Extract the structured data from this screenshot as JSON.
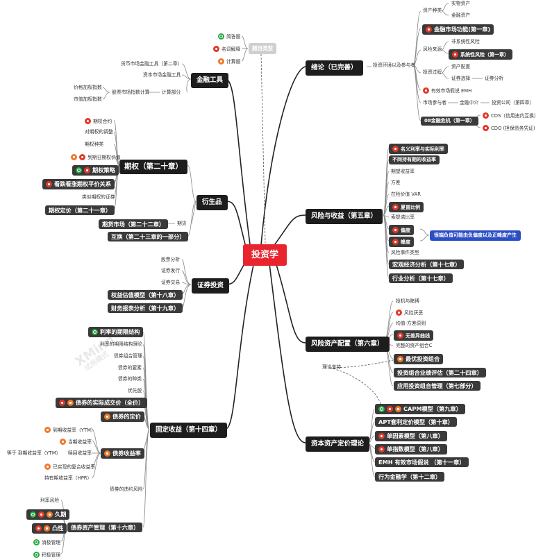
{
  "root": "投资学",
  "legend": {
    "title": "题目类型",
    "items": [
      "简答题",
      "名词解释",
      "计算题"
    ]
  },
  "watermark": [
    "XMind",
    "试用模式"
  ],
  "branches": {
    "intro": {
      "title": "绪论（已完善）",
      "env": "投资环境以及参与者",
      "asset_types": "资产种类",
      "real_asset": "实物资产",
      "fin_asset": "金融资产",
      "fin_func": "金融市场功能(第一章)",
      "risk_source": "风险来源",
      "nonsys_risk": "非系统性风险",
      "sys_risk": "系统性风险（第一章）",
      "inv_process": "投资过程",
      "asset_alloc": "资产配置",
      "security_sel": "证券选择",
      "security_anal": "证券分析",
      "emh": "有效市场假说 EMH",
      "participants": "市场参与者",
      "intermediary": "金融中介",
      "inv_company": "投资公司（第四章）",
      "crisis": "08金融危机（第一章）",
      "cds": "CDS（信用违约互换）",
      "cdo": "CDO (担保债务凭证)"
    },
    "risk": {
      "title": "风险与收益（第五章）",
      "items": [
        "名义利率与实际利率",
        "不同持有期的收益率",
        "期望收益率",
        "方差",
        "在险价值 VAR",
        "夏普比例",
        "索提诺比率",
        "偏度",
        "峰度",
        "风险事件类型",
        "宏观经济分析（第十七章）",
        "行业分析（第十七章）"
      ],
      "callout": "很端负值可能由负偏度以及正峰度产生"
    },
    "alloc": {
      "title": "风险资产配置（第六章）",
      "items": [
        "投机与赌博",
        "风险厌恶",
        "均值-方差原则",
        "无差异曲线",
        "完整的资产组合C",
        "最优投资组合",
        "投资组合业绩评估（第二十四章）",
        "应用投资组合管理（第七部分）"
      ],
      "theory": "理论支持"
    },
    "pricing": {
      "title": "资本资产定价理论",
      "items": [
        "CAPM模型（第九章）",
        "APT套利定价模型（第十章）",
        "单因素模型（第八章）",
        "单指数模型（第八章）",
        "EMH 有效市场假说 （第十一章）",
        "行为金融学（第十二章）"
      ]
    },
    "tools": {
      "title": "金融工具",
      "money": "货币市场金融工具（第二章）",
      "capital": "资本市场金融工具",
      "index": "股票市场指数计算",
      "calc": "计算部分",
      "price_w": "价格加权指数",
      "value_w": "市值加权指数"
    },
    "deriv": {
      "title": "衍生品",
      "options": "期权（第二十章）",
      "opt_items": [
        "期权合约",
        "对期权的调整",
        "期权种类",
        "到期日期权价值",
        "期权策略",
        "看跌看涨期权平价关系",
        "类似期权的证券"
      ],
      "opt_pricing": "期权定价（第二十一章）",
      "futures": "期货市场（第二十二章）",
      "swap": "互换（第二十三章的一部分）",
      "fut_label": "期货"
    },
    "equity": {
      "title": "证券投资",
      "items": [
        "股票分析",
        "证券发行",
        "证券交易",
        "权益估值模型（第十八章）",
        "财务报表分析（第十九章）"
      ]
    },
    "fixed": {
      "title": "固定收益（第十四章）",
      "term": "利率的期限结构",
      "term_theory": "利率的期限结构理论",
      "items": [
        "债券组合管理",
        "债券的要素",
        "债券的种类",
        "优先股"
      ],
      "quote": "债券的实际成交价（全价）",
      "pricing": "债券的定价",
      "yield": "债券收益率",
      "ytm": "到期收益率（YTM）",
      "current": "当期收益率",
      "equal": "等于 到期收益率（YTM）",
      "call": "赎回收益率",
      "realized": "已实现的复合收益率",
      "hpr": "持有期收益率（HPR）",
      "default": "债券的违约风险",
      "mgmt": "债券资产管理（第十六章）",
      "rate_risk": "利率风险",
      "duration": "久期",
      "convexity": "凸性",
      "passive": "消极管理",
      "active": "积极管理"
    }
  }
}
